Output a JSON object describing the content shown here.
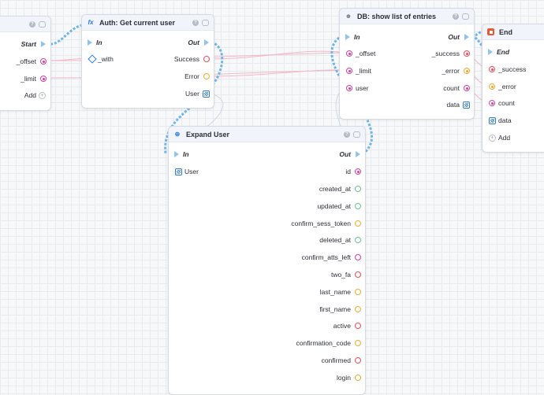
{
  "colors": {
    "wire_flow": "#6fb5ec",
    "wire_pink": "#f2b8c6",
    "port_red": "#e74c5b",
    "port_orange": "#f1a92d",
    "port_green": "#64c38a",
    "port_magenta": "#d13f9b",
    "port_object": "#2c7be5",
    "end_icon": "#e9582f"
  },
  "start_node": {
    "out_label": "Start",
    "ports": [
      "_offset",
      "_limit"
    ],
    "add_label": "Add"
  },
  "auth_node": {
    "icon": "function-icon",
    "title": "Auth: Get current user",
    "in_label": "In",
    "out_label": "Out",
    "inputs": [
      "_with"
    ],
    "outputs": [
      "Success",
      "Error",
      "User"
    ]
  },
  "db_node": {
    "icon": "database-user-icon",
    "title": "DB: show list of entries",
    "in_label": "In",
    "out_label": "Out",
    "inputs": [
      "_offset",
      "_limit",
      "user"
    ],
    "outputs": [
      "_success",
      "_error",
      "count",
      "data"
    ]
  },
  "end_node": {
    "icon": "stop-icon",
    "title": "End",
    "in_label": "End",
    "inputs": [
      "_success",
      "_error",
      "count",
      "data"
    ],
    "add_label": "Add"
  },
  "expand_node": {
    "icon": "expand-icon",
    "title": "Expand User",
    "in_label": "In",
    "out_label": "Out",
    "input": "User",
    "outputs": [
      "id",
      "created_at",
      "updated_at",
      "confirm_sess_token",
      "deleted_at",
      "confirm_atts_left",
      "two_fa",
      "last_name",
      "first_name",
      "active",
      "confirmation_code",
      "confirmed",
      "login"
    ]
  }
}
